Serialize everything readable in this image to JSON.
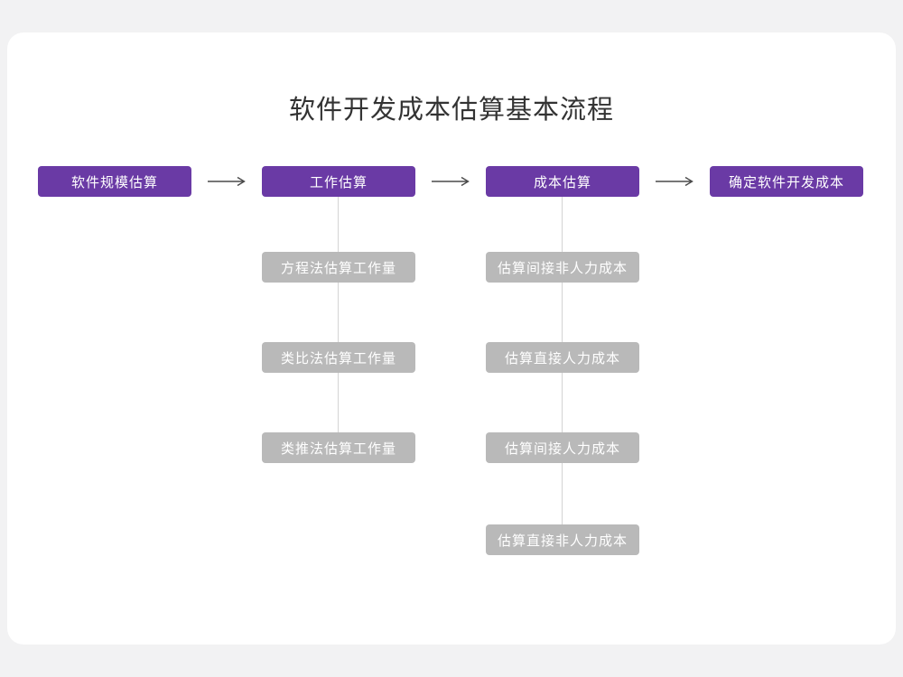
{
  "title": "软件开发成本估算基本流程",
  "colors": {
    "purple": "#6a3aa5",
    "node_gray": "#b9b9b9",
    "connector": "#d4d4d4",
    "arrow": "#4a4a4a",
    "page_bg": "#f2f2f3",
    "card_bg": "#ffffff",
    "title_text": "#333333"
  },
  "flow": {
    "stages": [
      {
        "label": "软件规模估算",
        "children": []
      },
      {
        "label": "工作估算",
        "children": [
          "方程法估算工作量",
          "类比法估算工作量",
          "类推法估算工作量"
        ]
      },
      {
        "label": "成本估算",
        "children": [
          "估算间接非人力成本",
          "估算直接人力成本",
          "估算间接人力成本",
          "估算直接非人力成本"
        ]
      },
      {
        "label": "确定软件开发成本",
        "children": []
      }
    ]
  }
}
